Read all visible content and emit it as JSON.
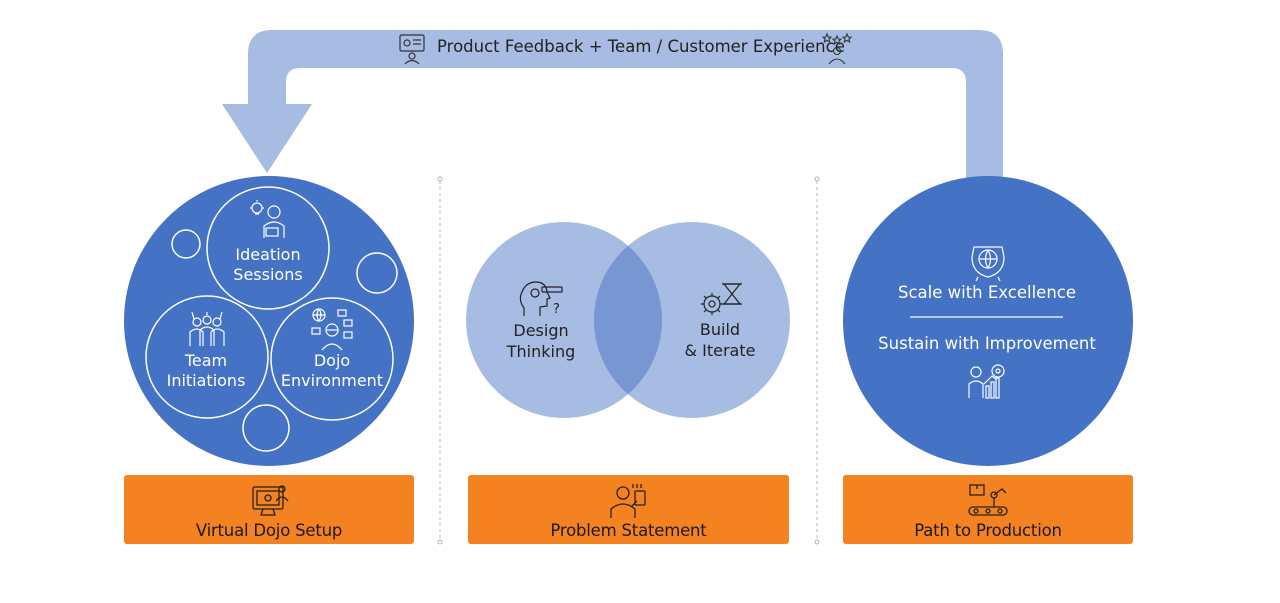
{
  "colors": {
    "arrow": "#a6bce2",
    "dark_blue": "#4472c4",
    "light_blue": "#a6bce2",
    "venn_overlap": "#7796d2",
    "orange": "#f58220",
    "divider": "#b4b4b4"
  },
  "feedback": {
    "label": "Product Feedback + Team / Customer Experience",
    "left_icon": "feedback-screen-icon",
    "right_icon": "star-rating-person-icon"
  },
  "setup": {
    "ideation": {
      "line1": "Ideation",
      "line2": "Sessions",
      "icon": "idea-person-icon"
    },
    "team": {
      "line1": "Team",
      "line2": "Initiations",
      "icon": "team-raise-hands-icon"
    },
    "dojo": {
      "line1": "Dojo",
      "line2": "Environment",
      "icon": "dojo-network-person-icon"
    },
    "box_label": "Virtual Dojo Setup",
    "box_icon": "virtual-workstation-icon"
  },
  "venn": {
    "design": {
      "line1": "Design",
      "line2": "Thinking",
      "icon": "head-thinking-icon"
    },
    "build": {
      "line1": "Build",
      "line2": "& Iterate",
      "icon": "gear-hourglass-icon"
    },
    "box_label": "Problem Statement",
    "box_icon": "presenter-problem-icon"
  },
  "production": {
    "scale": "Scale with Excellence",
    "sustain": "Sustain with Improvement",
    "top_icon": "global-excellence-icon",
    "bottom_icon": "growth-gear-person-icon",
    "box_label": "Path to Production",
    "box_icon": "assembly-robot-icon"
  }
}
